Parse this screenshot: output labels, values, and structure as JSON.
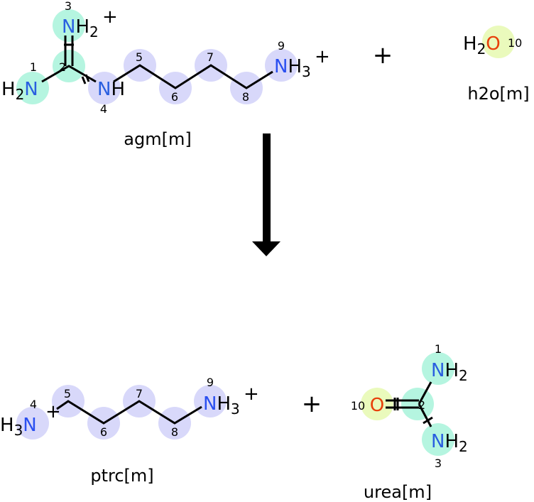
{
  "reactants": {
    "agm": {
      "name": "agm[m]",
      "atoms": {
        "n1": {
          "el": "N",
          "h": "H",
          "hn": "2",
          "idx": "1"
        },
        "c2": {
          "idx": "2"
        },
        "n3": {
          "el": "N",
          "h": "H",
          "hn": "2",
          "charge": "+",
          "idx": "3"
        },
        "n4": {
          "el": "N",
          "h": "H",
          "idx": "4"
        },
        "c5": {
          "idx": "5"
        },
        "c6": {
          "idx": "6"
        },
        "c7": {
          "idx": "7"
        },
        "c8": {
          "idx": "8"
        },
        "n9": {
          "el": "N",
          "h": "H",
          "hn": "3",
          "charge": "+",
          "idx": "9"
        }
      }
    },
    "h2o": {
      "name": "h2o[m]",
      "atoms": {
        "o10": {
          "el": "O",
          "h": "H",
          "hn": "2",
          "idx": "10"
        }
      }
    }
  },
  "products": {
    "ptrc": {
      "name": "ptrc[m]",
      "atoms": {
        "n4": {
          "el": "N",
          "h": "H",
          "hn": "3",
          "charge": "+",
          "idx": "4"
        },
        "c5": {
          "idx": "5"
        },
        "c6": {
          "idx": "6"
        },
        "c7": {
          "idx": "7"
        },
        "c8": {
          "idx": "8"
        },
        "n9": {
          "el": "N",
          "h": "H",
          "hn": "3",
          "charge": "+",
          "idx": "9"
        }
      }
    },
    "urea": {
      "name": "urea[m]",
      "atoms": {
        "o10": {
          "el": "O",
          "idx": "10"
        },
        "c2": {
          "idx": "2"
        },
        "n1": {
          "el": "N",
          "h": "H",
          "hn": "2",
          "idx": "1"
        },
        "n3": {
          "el": "N",
          "h": "H",
          "hn": "2",
          "idx": "3"
        }
      }
    }
  },
  "plus_sign": "+",
  "colors": {
    "nitrogen": "#2a5fe0",
    "oxygen": "#e8400a",
    "mapped_green": "#b5f5e0",
    "mapped_purple": "#d8d8fa",
    "mapped_yellow": "#eafabc"
  }
}
